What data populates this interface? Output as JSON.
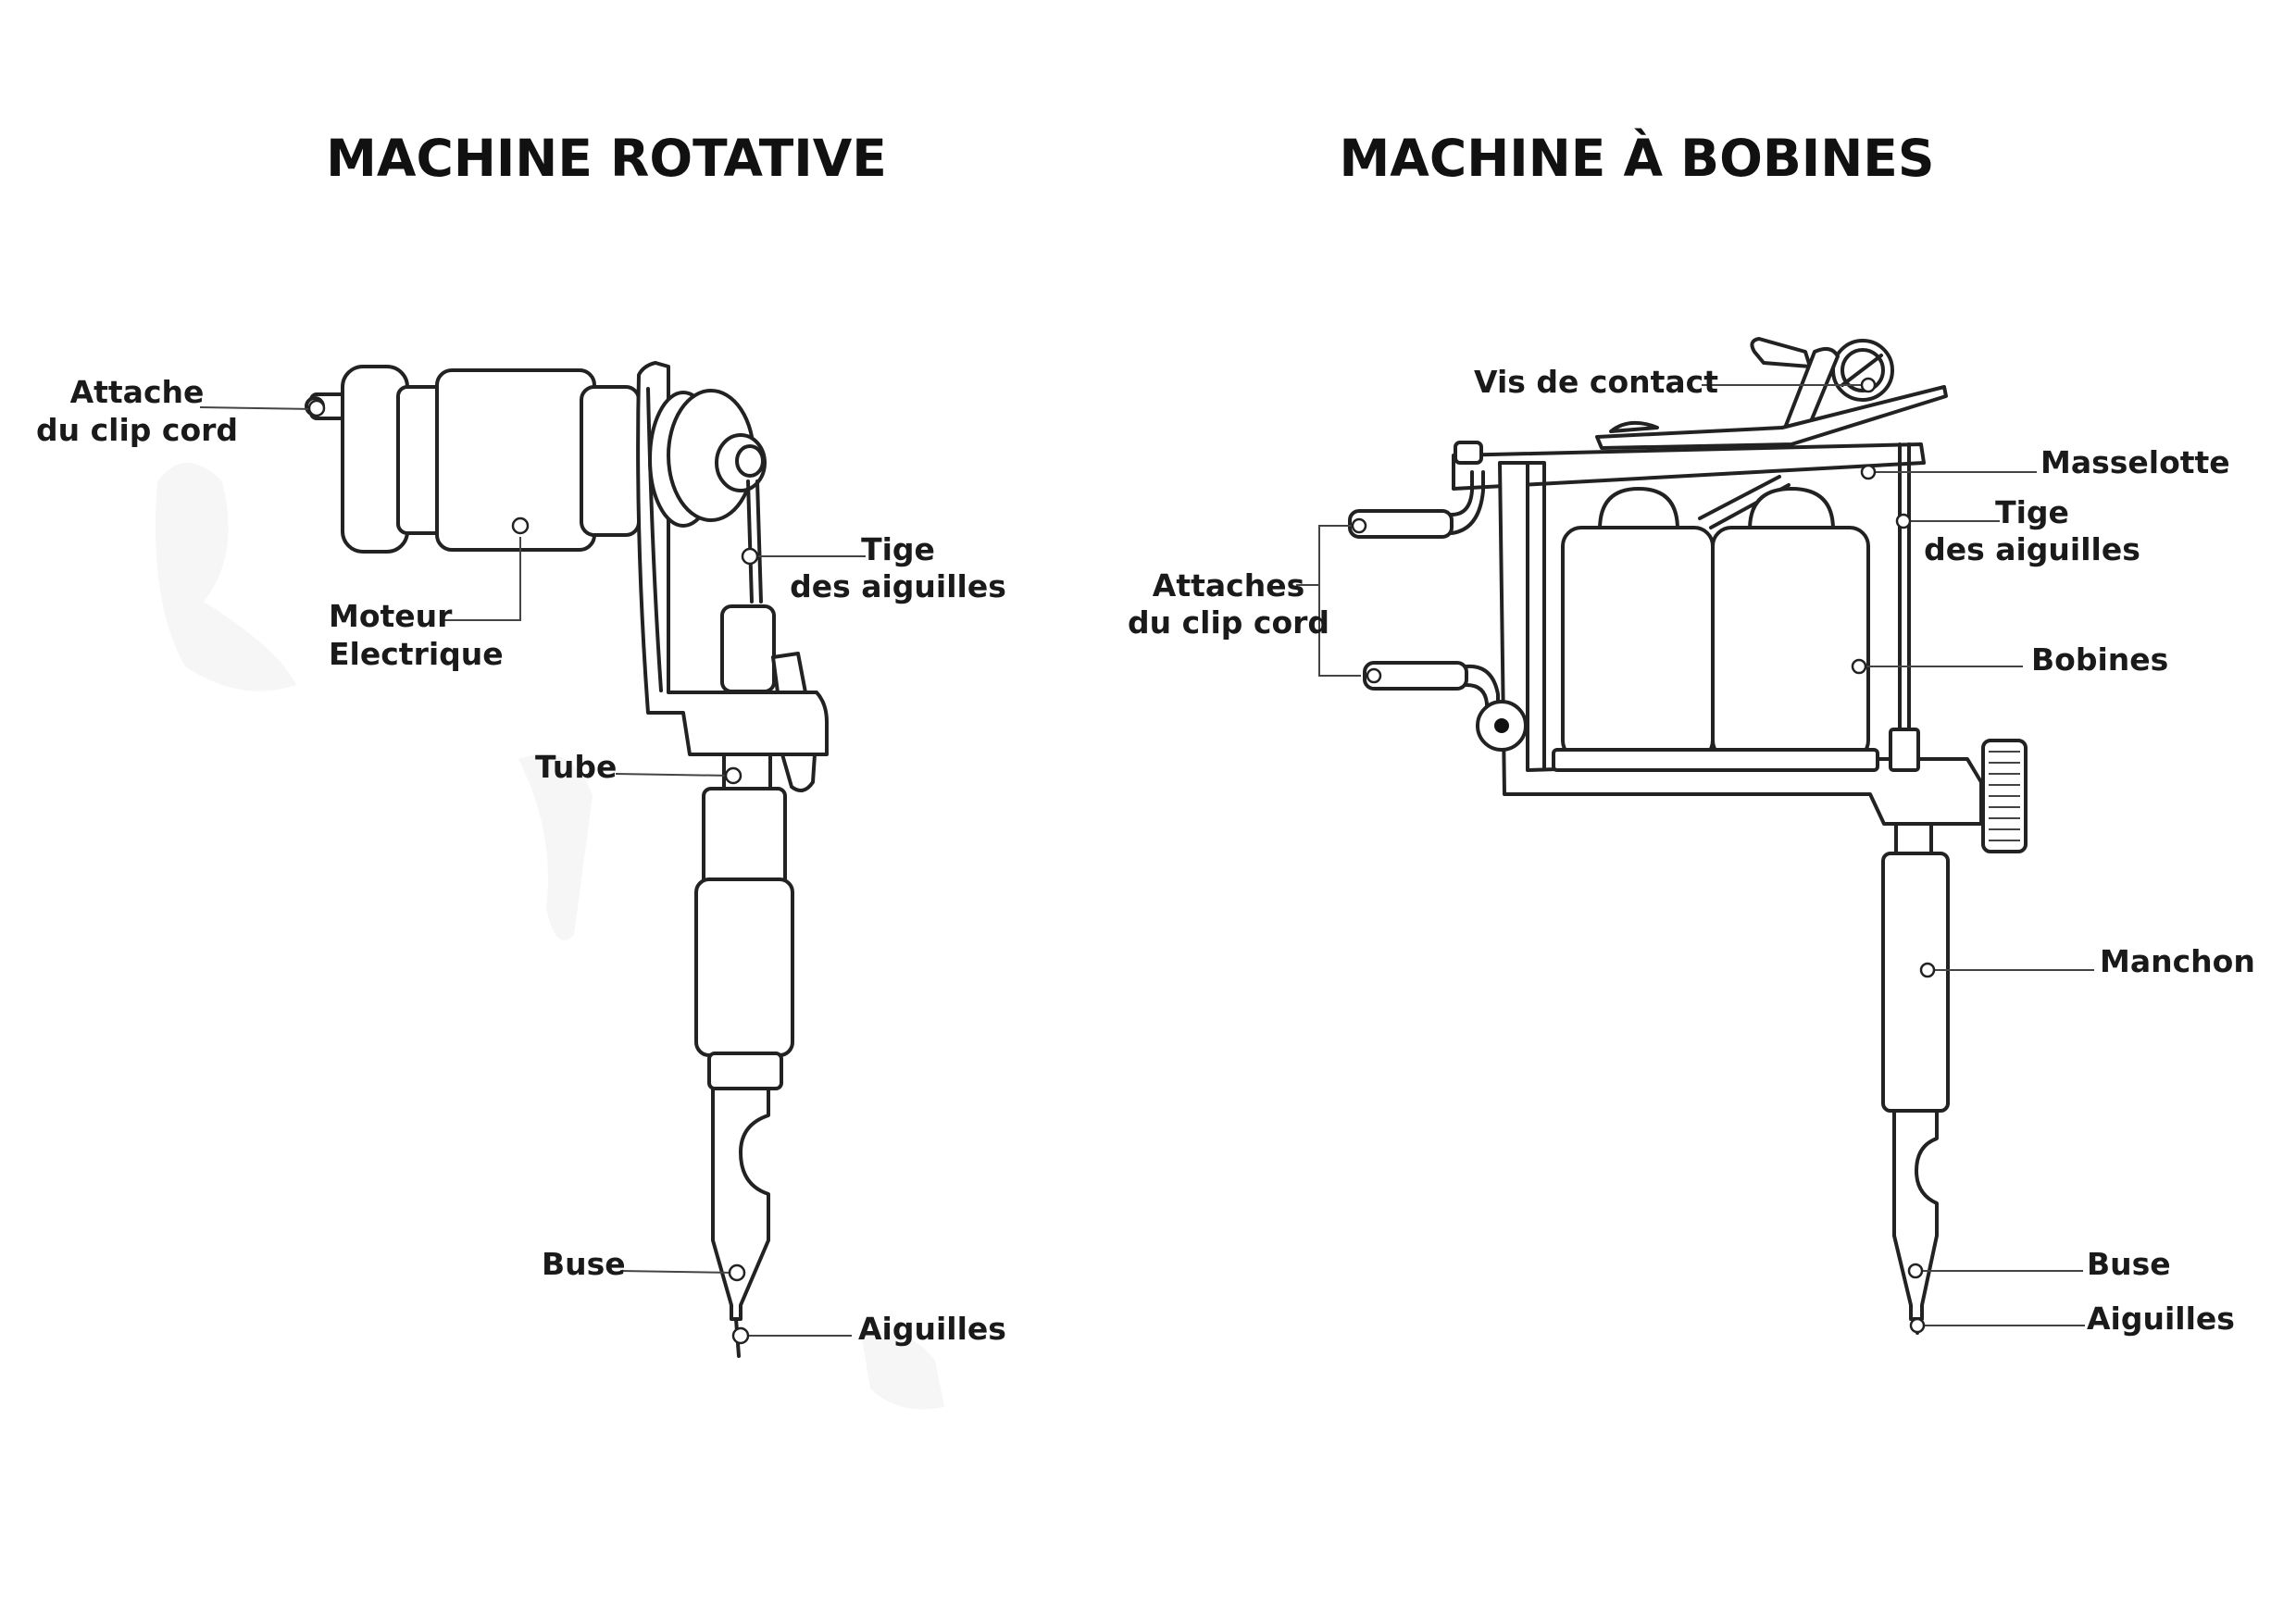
{
  "rotary": {
    "title": "MACHINE ROTATIVE",
    "labels": {
      "clip_cord_1": "Attache",
      "clip_cord_2": "du clip cord",
      "motor_1": "Moteur",
      "motor_2": "Electrique",
      "rod_1": "Tige",
      "rod_2": "des aiguilles",
      "tube": "Tube",
      "tip": "Buse",
      "needles": "Aiguilles"
    }
  },
  "coil": {
    "title": "MACHINE À BOBINES",
    "labels": {
      "contact_screw": "Vis de contact",
      "armature_bar": "Masselotte",
      "rod_1": "Tige",
      "rod_2": "des aiguilles",
      "clip_cord_1": "Attaches",
      "clip_cord_2": "du clip cord",
      "coils": "Bobines",
      "grip": "Manchon",
      "tip": "Buse",
      "needles": "Aiguilles"
    }
  }
}
